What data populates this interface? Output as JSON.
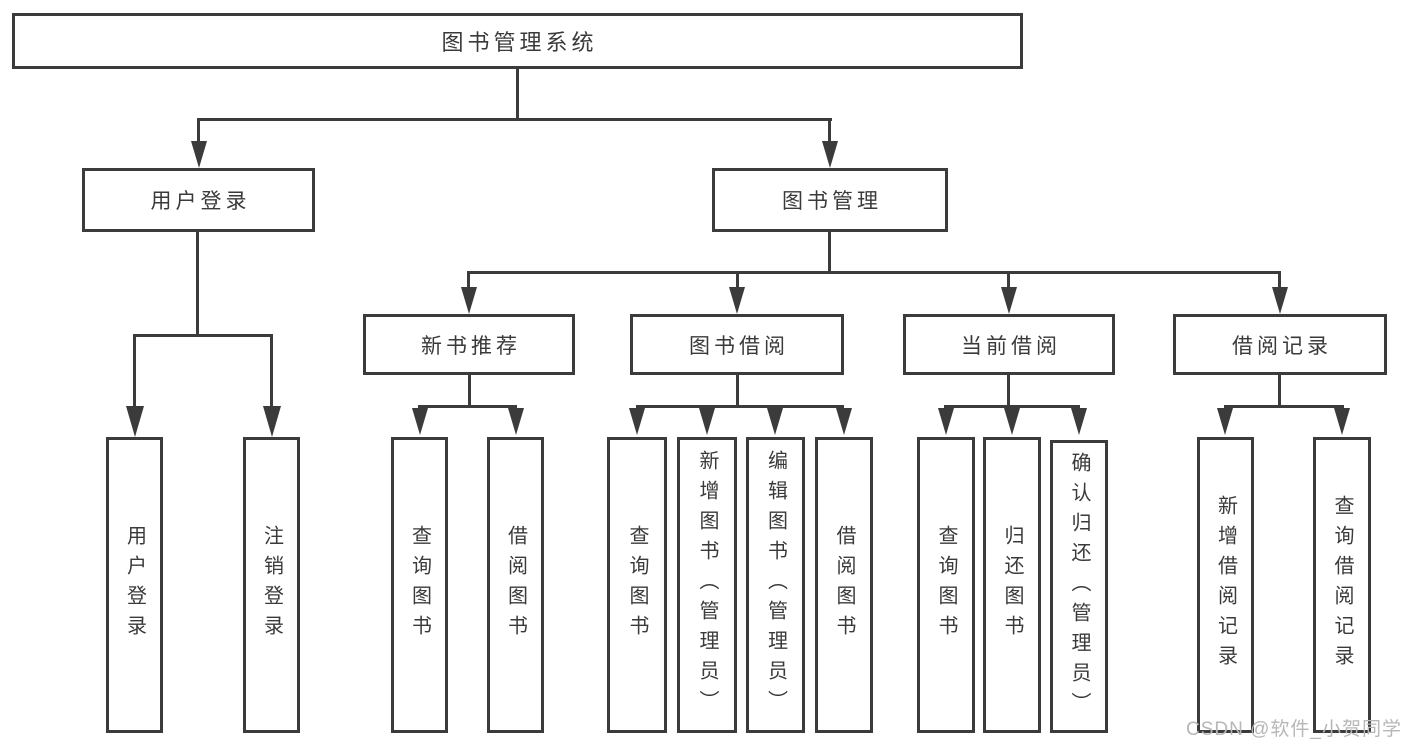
{
  "diagram": {
    "colors": {
      "line": "#3b3b3b",
      "text": "#3a3a3a",
      "watermark_text": "#b7b7b7",
      "background": "#ffffff"
    },
    "watermark": "CSDN @软件_小贺同学",
    "nodes": {
      "root": "图书管理系统",
      "user_login": "用户登录",
      "book_mgmt": "图书管理",
      "new_book_rec": "新书推荐",
      "book_borrow": "图书借阅",
      "current_borrow": "当前借阅",
      "borrow_record": "借阅记录",
      "leaf_user_login": "用户登录",
      "leaf_logout": "注销登录",
      "leaf_query_book_1": "查询图书",
      "leaf_borrow_book_1": "借阅图书",
      "leaf_query_book_2": "查询图书",
      "leaf_add_book_admin": "新增图书（管理员）",
      "leaf_edit_book_admin": "编辑图书（管理员）",
      "leaf_borrow_book_2": "借阅图书",
      "leaf_query_book_3": "查询图书",
      "leaf_return_book": "归还图书",
      "leaf_confirm_return_admin": "确认归还（管理员）",
      "leaf_add_borrow_record": "新增借阅记录",
      "leaf_query_borrow_record": "查询借阅记录"
    }
  }
}
